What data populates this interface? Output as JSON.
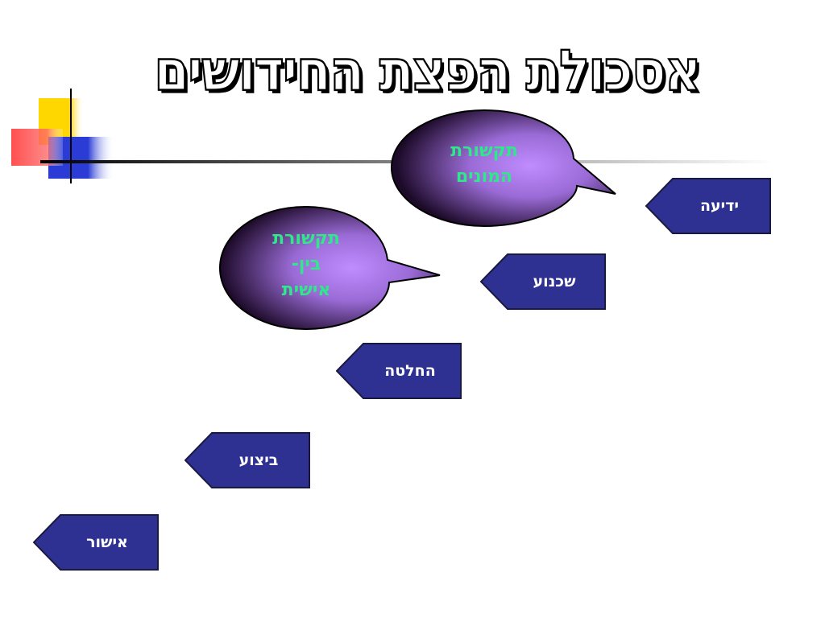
{
  "title": "אסכולת הפצת החידושים",
  "stages": [
    {
      "label": "ידיעה"
    },
    {
      "label": "שכנוע"
    },
    {
      "label": "החלטה"
    },
    {
      "label": "ביצוע"
    },
    {
      "label": "אישור"
    }
  ],
  "bubbles": [
    {
      "line1": "תקשורת",
      "line2": "המונים"
    },
    {
      "line1": "תקשורת",
      "line2": "בין-",
      "line3": "אישית"
    }
  ],
  "colors": {
    "arrow_fill": "#2e3192",
    "arrow_stroke": "#1a1a40",
    "bubble_text": "#2ee88a",
    "deco_yellow": "#ffd700",
    "deco_red": "#ff3b3b",
    "deco_blue": "#2a3bd6"
  }
}
